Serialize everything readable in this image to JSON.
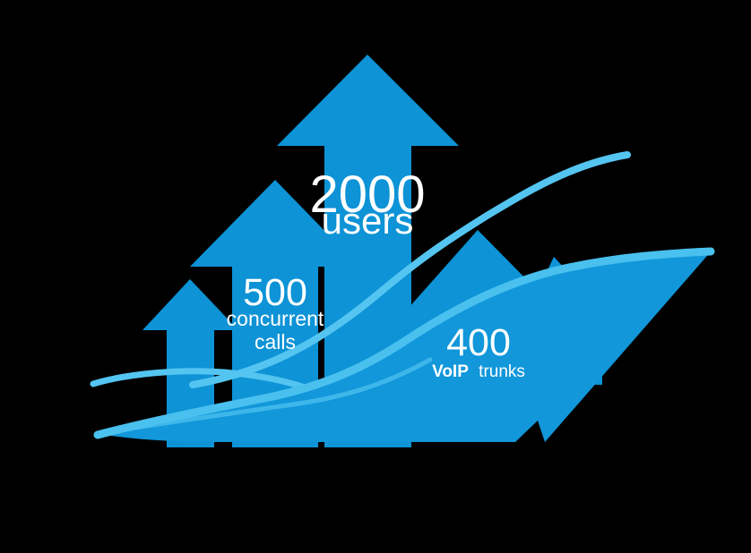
{
  "graphic": {
    "title": "Scalability growth arrows infographic",
    "background_color": "#000000",
    "arrow_color": "#0d93d6",
    "wave_color": "#1197da",
    "curve_color": "#54c5f0",
    "highlight_color": "#49c0ee",
    "text_color": "#ffffff"
  },
  "metrics": [
    {
      "id": "users",
      "value": "2000",
      "unit_line1": "users",
      "unit_line2": "",
      "size": "large",
      "arrow": "big-arrow"
    },
    {
      "id": "concurrent-calls",
      "value": "500",
      "unit_line1": "concurrent",
      "unit_line2": "calls",
      "size": "medium",
      "arrow": "medium-arrow"
    },
    {
      "id": "voip-trunks",
      "value": "400",
      "unit_line1": "VoIP",
      "unit_line2": "trunks",
      "size": "small",
      "arrow": "wave-shape"
    }
  ],
  "shapes": {
    "big_arrow_name": "big-up-arrow",
    "medium_arrow_name": "medium-up-arrow",
    "small_arrow_name": "small-up-arrow",
    "wave_name": "blue-wave-swoosh",
    "peaks_name": "mountain-peaks",
    "curve_upper_name": "rising-curve-line",
    "curve_lower_name": "lower-curve-line",
    "curve_left_name": "left-curve-line"
  }
}
